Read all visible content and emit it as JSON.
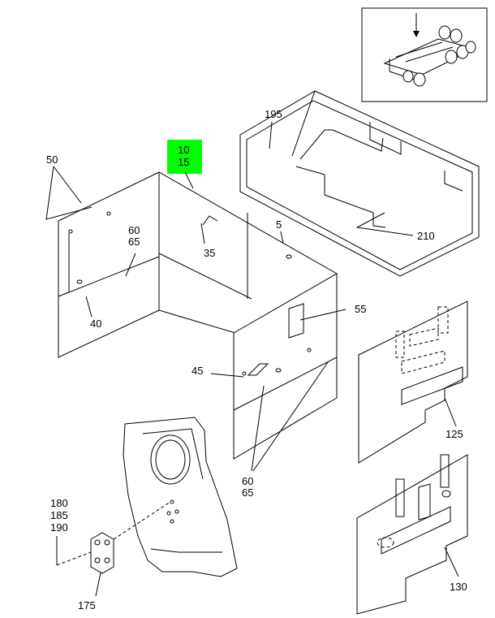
{
  "callouts": {
    "c10": "10",
    "c15": "15",
    "c50": "50",
    "c195": "195",
    "c5": "5",
    "c6065_a": "60",
    "c6065_b": "65",
    "c35": "35",
    "c210": "210",
    "c40": "40",
    "c55": "55",
    "c45": "45",
    "c125": "125",
    "c6065_c": "60",
    "c6065_d": "65",
    "c180": "180",
    "c185": "185",
    "c190": "190",
    "c175": "175",
    "c130": "130"
  },
  "colors": {
    "highlight": "#00ff00",
    "line": "#000000",
    "background": "#ffffff"
  }
}
